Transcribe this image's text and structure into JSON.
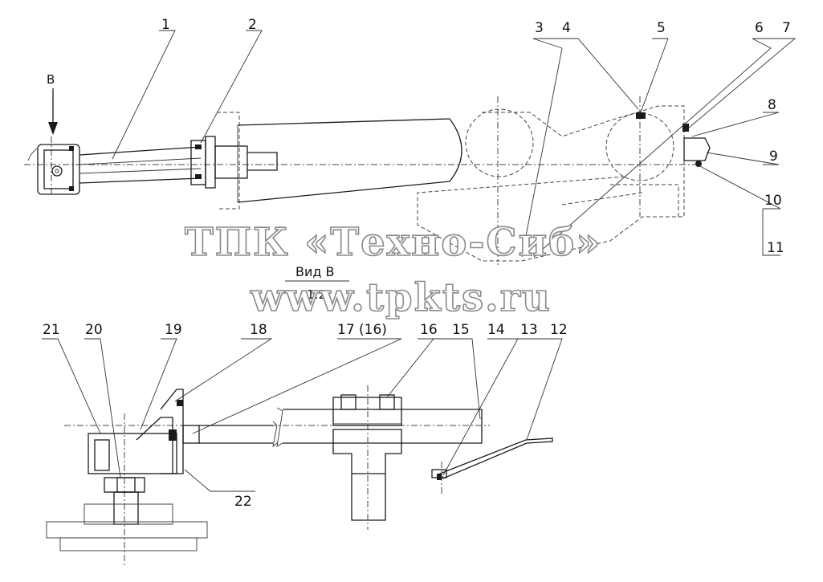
{
  "callouts": [
    "1",
    "2",
    "3",
    "4",
    "5",
    "6",
    "7",
    "8",
    "9",
    "10",
    "11",
    "12",
    "13",
    "14",
    "15",
    "16",
    "17 (16)",
    "18",
    "19",
    "20",
    "21",
    "22"
  ],
  "view_arrow_letter": "B",
  "view_title": "Вид В",
  "view_scale": "1:2",
  "watermark": {
    "company": "ТПК «Техно-Сиб»",
    "url": "www.tpkts.ru"
  },
  "colors": {
    "line": "#1a1a1a",
    "watermark_stroke": "#8a8a8a",
    "background": "#ffffff"
  }
}
